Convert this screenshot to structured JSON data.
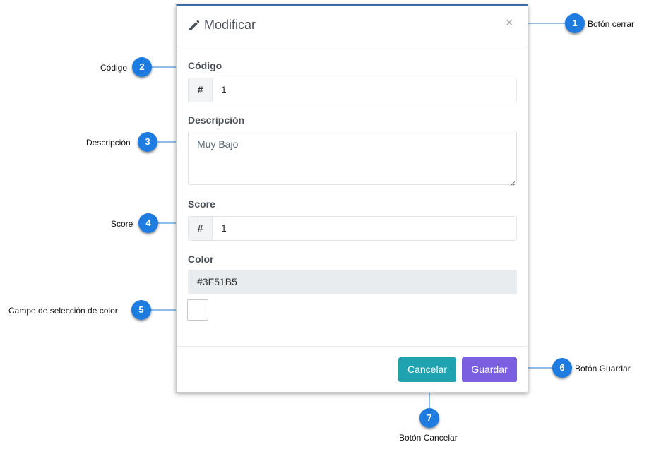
{
  "modal": {
    "title": "Modificar",
    "close_symbol": "×",
    "fields": {
      "codigo": {
        "label": "Código",
        "addon": "#",
        "value": "1"
      },
      "descripcion": {
        "label": "Descripción",
        "value": "Muy Bajo"
      },
      "score": {
        "label": "Score",
        "addon": "#",
        "value": "1"
      },
      "color": {
        "label": "Color",
        "value": "#3F51B5"
      }
    },
    "buttons": {
      "cancel": "Cancelar",
      "save": "Guardar"
    },
    "icons": {
      "title": "pencil-icon"
    }
  },
  "callouts": [
    {
      "number": "1",
      "text": "Botón cerrar"
    },
    {
      "number": "2",
      "text": "Código"
    },
    {
      "number": "3",
      "text": "Descripción"
    },
    {
      "number": "4",
      "text": "Score"
    },
    {
      "number": "5",
      "text": "Campo de selección de color"
    },
    {
      "number": "6",
      "text": "Botón Guardar"
    },
    {
      "number": "7",
      "text": "Botón Cancelar"
    }
  ],
  "colors": {
    "cancel_button": "#1fa3b1",
    "save_button": "#7a5fe0",
    "callout_badge": "#1e7be0",
    "header_accent": "#3a6ea5"
  }
}
